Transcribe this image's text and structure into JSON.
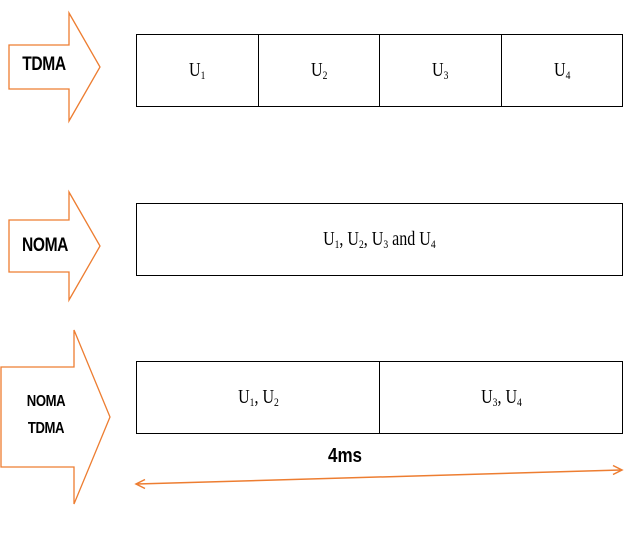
{
  "arrow_stroke_color": "#ED7D31",
  "schemes": [
    {
      "labels": [
        "TDMA"
      ],
      "cells": [
        [
          {
            "t": "U"
          },
          {
            "t": "1",
            "sub": true
          }
        ],
        [
          {
            "t": "U"
          },
          {
            "t": "2",
            "sub": true
          }
        ],
        [
          {
            "t": "U"
          },
          {
            "t": "3",
            "sub": true
          }
        ],
        [
          {
            "t": "U"
          },
          {
            "t": "4",
            "sub": true
          }
        ]
      ]
    },
    {
      "labels": [
        "NOMA"
      ],
      "cells": [
        [
          {
            "t": "U"
          },
          {
            "t": "1",
            "sub": true
          },
          {
            "t": ", U"
          },
          {
            "t": "2",
            "sub": true
          },
          {
            "t": ", U"
          },
          {
            "t": "3",
            "sub": true
          },
          {
            "t": " and U"
          },
          {
            "t": "4",
            "sub": true
          }
        ]
      ]
    },
    {
      "labels": [
        "NOMA",
        "TDMA"
      ],
      "cells": [
        [
          {
            "t": "U"
          },
          {
            "t": "1",
            "sub": true
          },
          {
            "t": ", U"
          },
          {
            "t": "2",
            "sub": true
          }
        ],
        [
          {
            "t": "U"
          },
          {
            "t": "3",
            "sub": true
          },
          {
            "t": ", U"
          },
          {
            "t": "4",
            "sub": true
          }
        ]
      ]
    }
  ],
  "duration_label": "4ms"
}
